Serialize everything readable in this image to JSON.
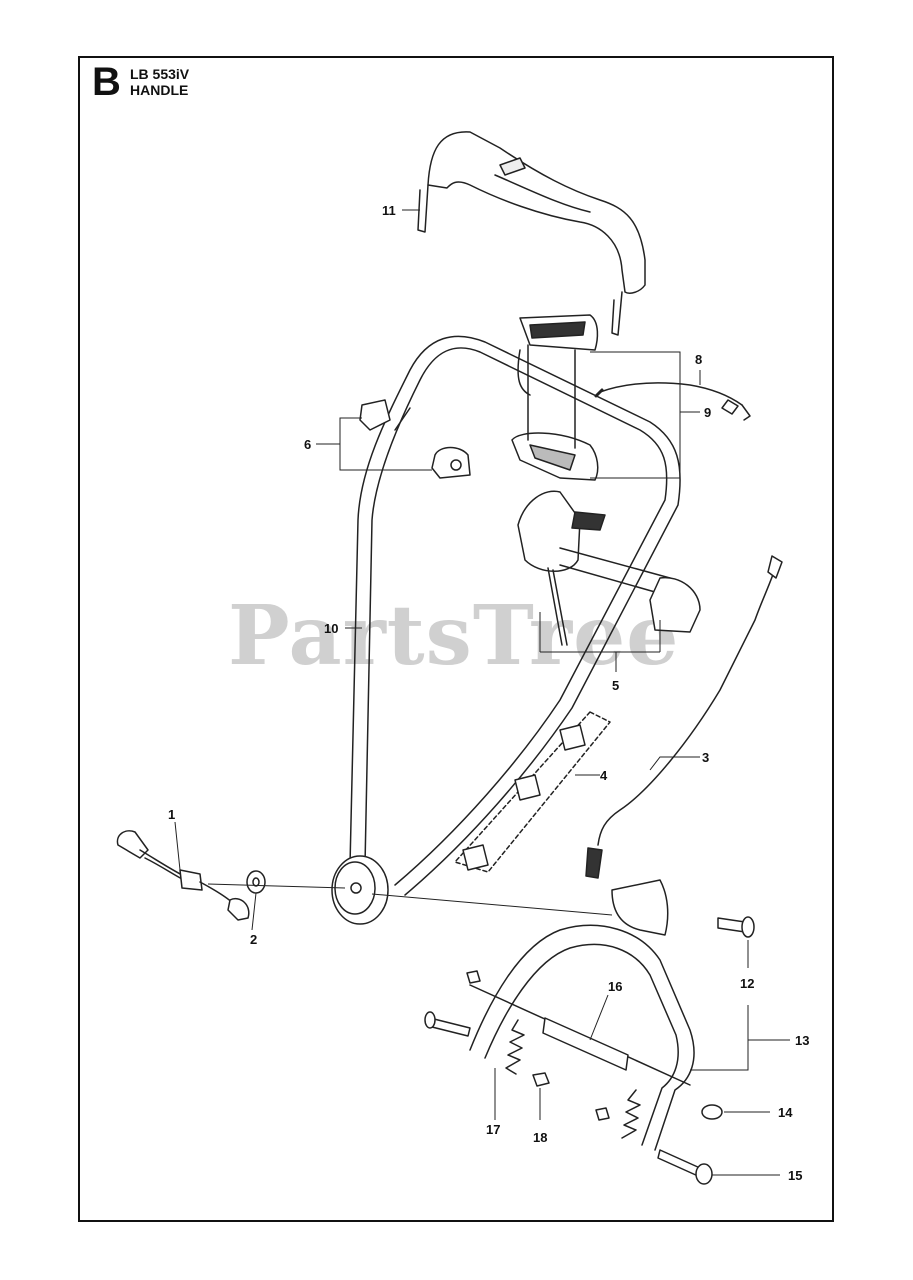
{
  "header": {
    "section_letter": "B",
    "model": "LB 553iV",
    "title": "HANDLE"
  },
  "watermark": "PartsTree",
  "callouts": [
    "1",
    "2",
    "3",
    "4",
    "5",
    "6",
    "8",
    "9",
    "10",
    "11",
    "12",
    "13",
    "14",
    "15",
    "16",
    "17",
    "18"
  ],
  "colors": {
    "line": "#222222",
    "part_fill": "#ffffff",
    "part_shade": "#bfbfbf",
    "dark": "#333333"
  }
}
